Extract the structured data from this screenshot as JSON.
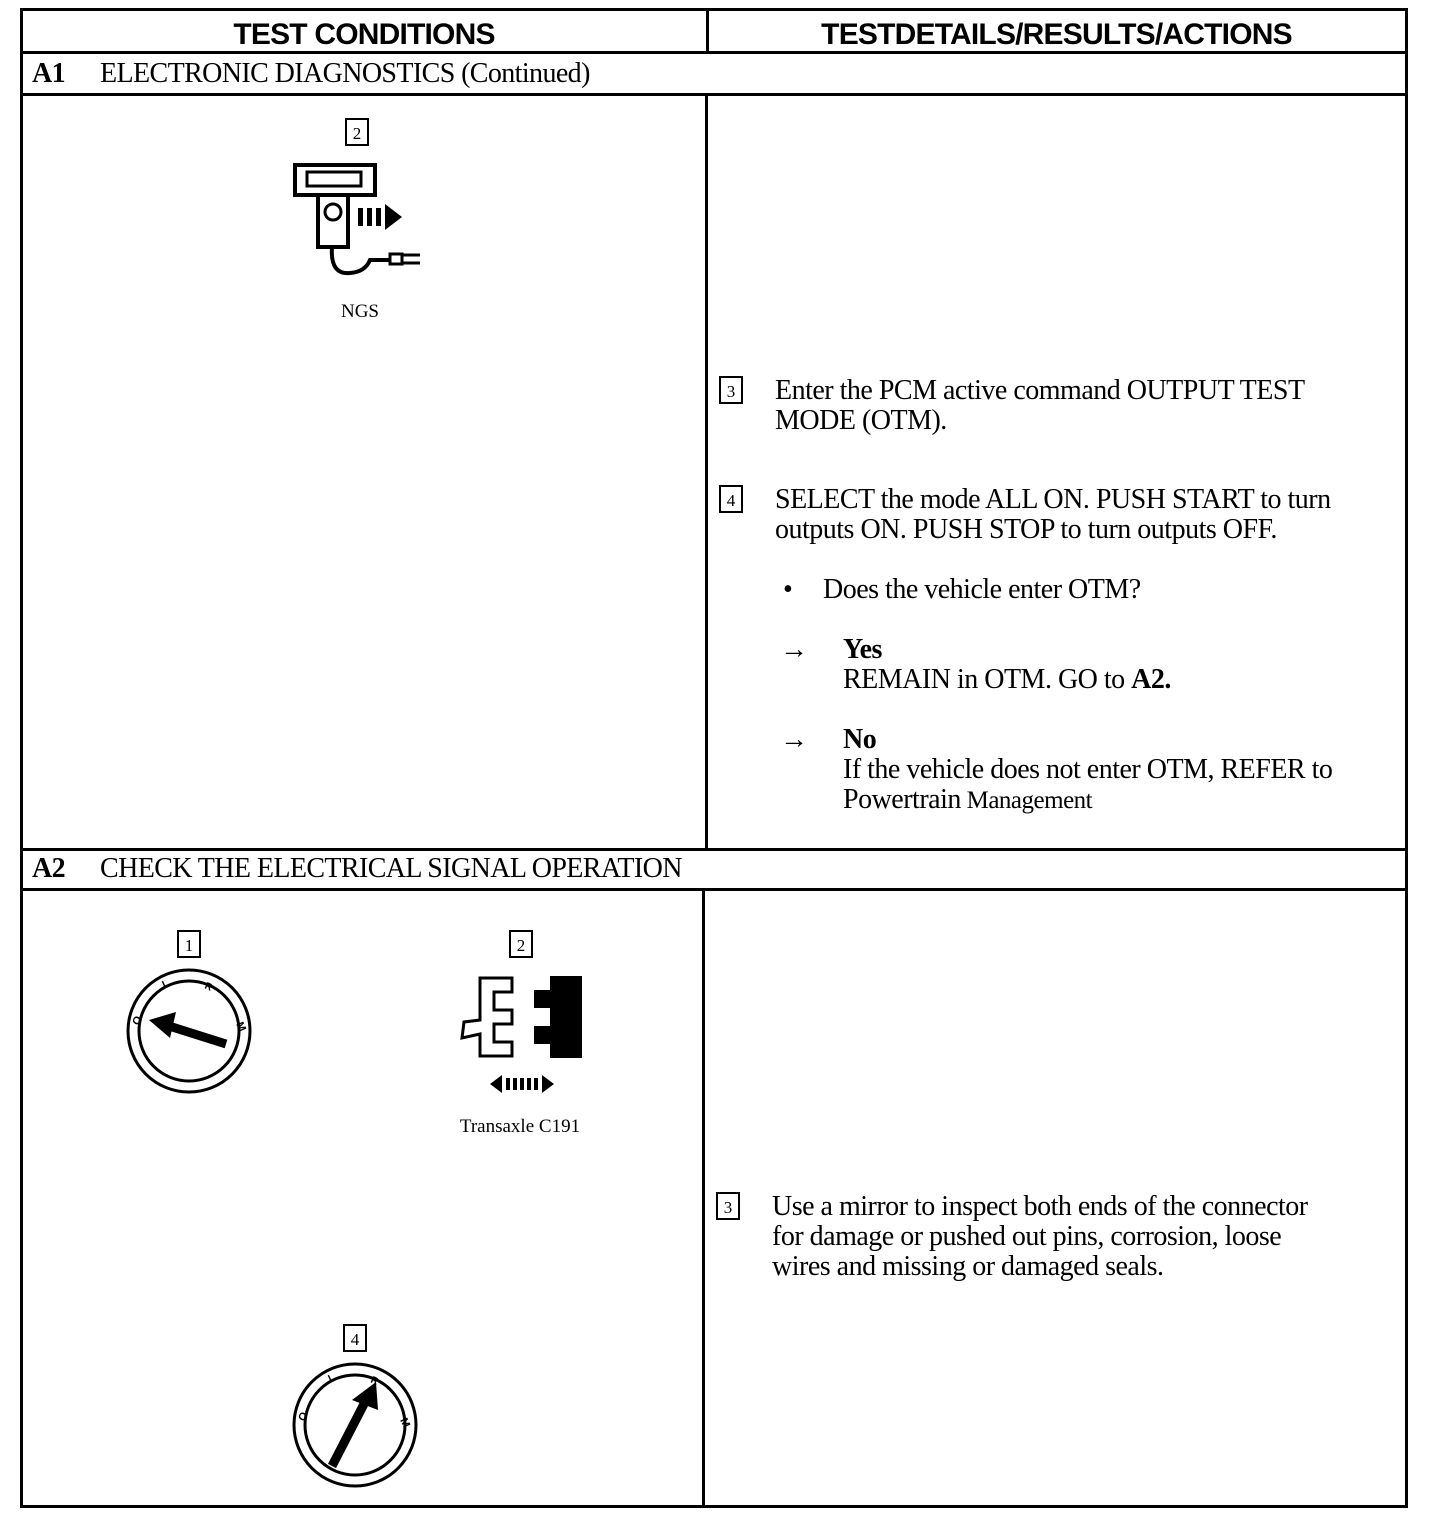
{
  "header": {
    "left": "TEST CONDITIONS",
    "right": "TESTDETAILS/RESULTS/ACTIONS"
  },
  "a1": {
    "id": "A1",
    "title": "ELECTRONIC DIAGNOSTICS (Continued)",
    "condition_step": "2",
    "tool_caption": "NGS",
    "steps": [
      {
        "num": "3",
        "line1": "Enter the PCM active command OUTPUT TEST",
        "line2": "MODE (OTM)."
      },
      {
        "num": "4",
        "line1": "SELECT the mode ALL ON. PUSH START to turn",
        "line2": "outputs ON. PUSH STOP to turn outputs OFF."
      }
    ],
    "bullet": "Does the vehicle enter OTM?",
    "yes": {
      "label": "Yes",
      "text": "REMAIN in OTM. GO to ",
      "ref": "A2."
    },
    "no": {
      "label": "No",
      "line1": "If the vehicle does not enter OTM, REFER to",
      "line2a": "Powertrain",
      "line2b": " Management"
    },
    "arrow": "→"
  },
  "a2": {
    "id": "A2",
    "title": "CHECK THE ELECTRICAL SIGNAL OPERATION",
    "condition_steps": [
      "1",
      "2",
      "4"
    ],
    "connector_caption": "Transaxle C191",
    "step3": {
      "num": "3",
      "line1": "Use a mirror to inspect both ends of the connector",
      "line2": "for damage or pushed out pins, corrosion, loose",
      "line3": "wires and missing or damaged seals."
    }
  },
  "icons": [
    "ngs-tester-icon",
    "ignition-switch-off-icon",
    "connector-disconnect-icon",
    "ignition-switch-run-icon"
  ]
}
